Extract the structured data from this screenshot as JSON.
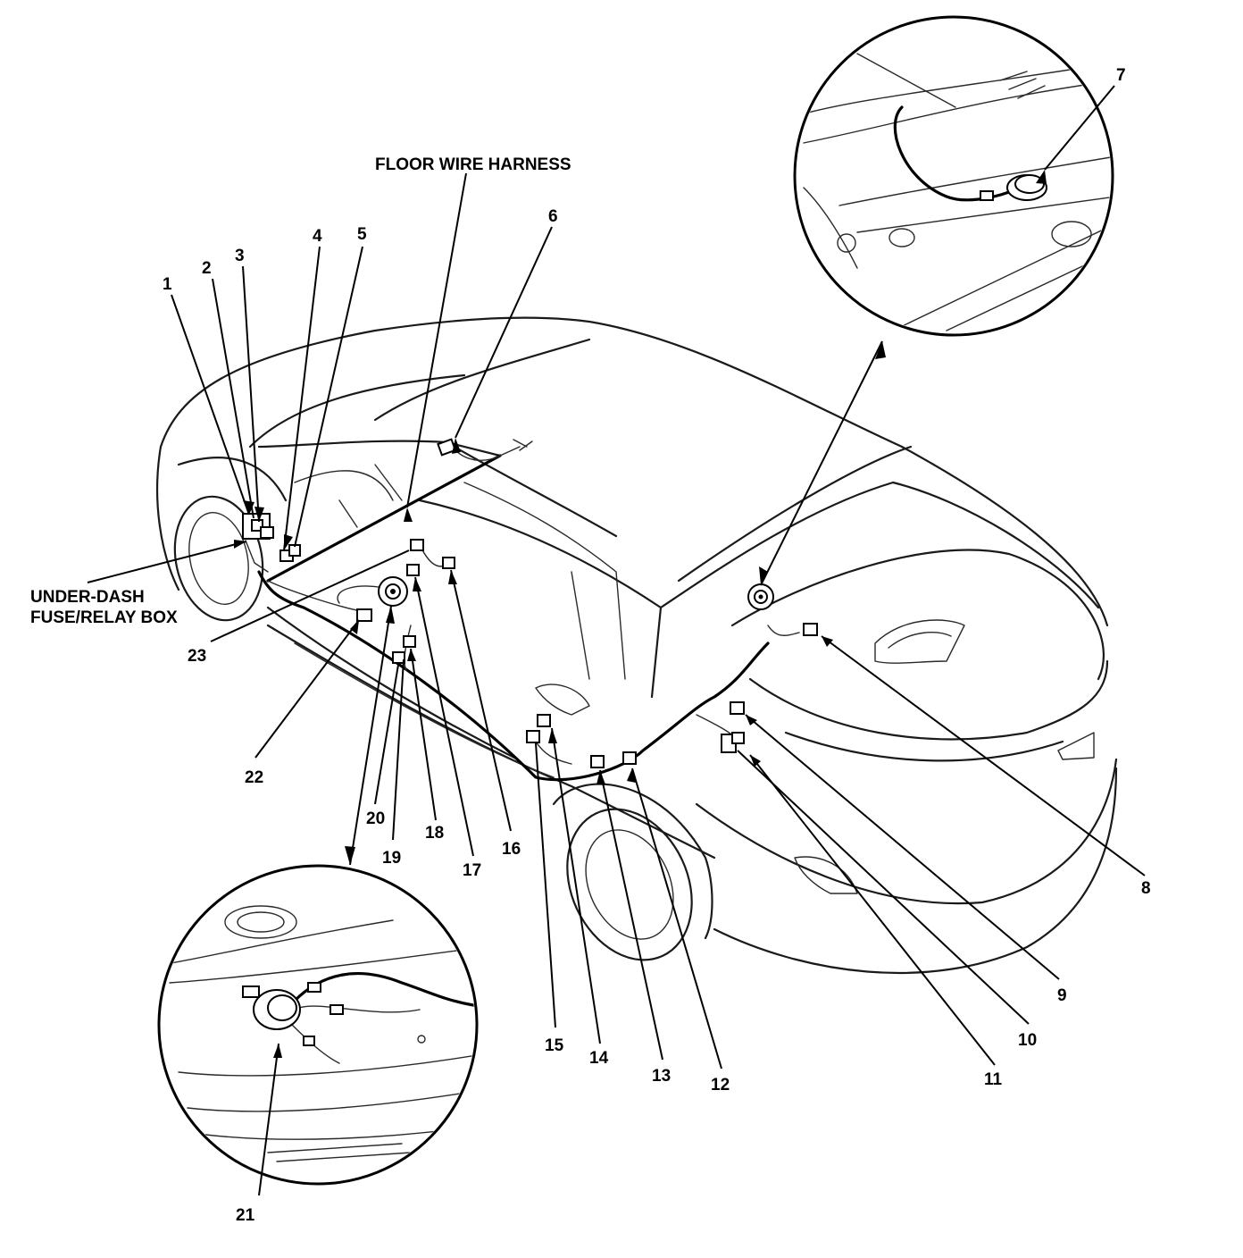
{
  "labels": {
    "floor_harness": "FLOOR WIRE HARNESS",
    "fuse_box_line1": "UNDER-DASH",
    "fuse_box_line2": "FUSE/RELAY BOX"
  },
  "callouts": {
    "c1": "1",
    "c2": "2",
    "c3": "3",
    "c4": "4",
    "c5": "5",
    "c6": "6",
    "c7": "7",
    "c8": "8",
    "c9": "9",
    "c10": "10",
    "c11": "11",
    "c12": "12",
    "c13": "13",
    "c14": "14",
    "c15": "15",
    "c16": "16",
    "c17": "17",
    "c18": "18",
    "c19": "19",
    "c20": "20",
    "c21": "21",
    "c22": "22",
    "c23": "23"
  }
}
